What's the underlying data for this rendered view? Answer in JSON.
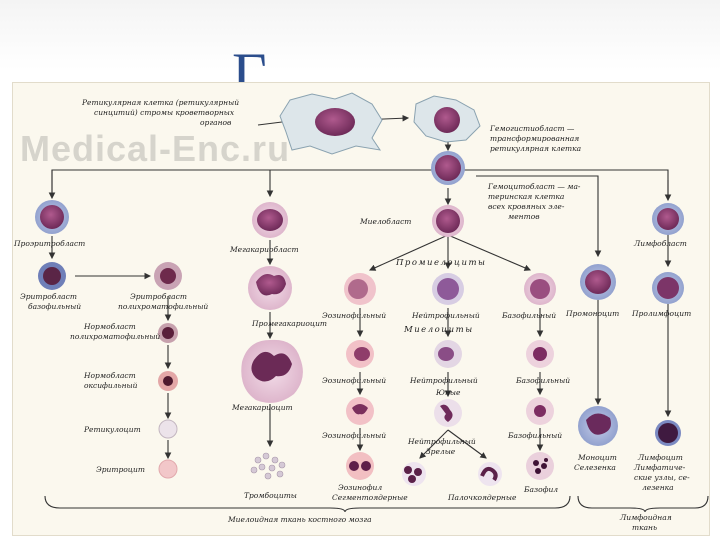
{
  "slide": {
    "title": "Г",
    "watermark": "Medical-Enc.ru"
  },
  "labels": {
    "reticular_cell": [
      "Ретикулярная клетка (ретикулярный",
      "синцитий) стромы кроветворных",
      "органов"
    ],
    "hemohistioblast": [
      "Гемогистиобласт —",
      "трансформированная",
      "ретикулярная клетка"
    ],
    "hemocytoblast": [
      "Гемоцитобласт — ма-",
      "теринская клетка",
      "всех кровяных эле-",
      "ментов"
    ],
    "proerythroblast": "Проэритробласт",
    "erythroblast_basophilic": [
      "Эритробласт",
      "базофильный"
    ],
    "erythroblast_polychromatophilic": [
      "Эритробласт",
      "полихроматофильный"
    ],
    "normoblast_polychromatophilic": [
      "Нормобласт",
      "полихроматофильный"
    ],
    "normoblast_oxyphilic": [
      "Нормобласт",
      "оксифильный"
    ],
    "reticulocyte": "Ретикулоцит",
    "erythrocyte": "Эритроцит",
    "megakaryoblast": "Мегакариобласт",
    "promegakaryocyte": "Промегакариоцит",
    "megakaryocyte": "Мегакариоцит",
    "platelets": "Тромбоциты",
    "myeloblast": "Миелобласт",
    "promyelocytes": "Промиелоциты",
    "myelocytes": "Миелоциты",
    "eosinophilic_1": "Эозинофильный",
    "neutrophilic_1": "Нейтрофильный",
    "basophilic_1": "Базофильный",
    "eosinophilic_2": "Эозинофильный",
    "neutrophilic_2": "Нейтрофильный",
    "basophilic_2": "Базофильный",
    "juvenile": "Юные",
    "eosinophilic_3": "Эозинофильный",
    "neutrophilic_band": [
      "Нейтрофильный",
      "Зрелые"
    ],
    "basophilic_3": "Базофильный",
    "eosinophil": "Эозинофил",
    "segmented": "Сегментоядерные",
    "band": "Палочкоядерные",
    "basophil": "Базофил",
    "lymphoblast": "Лимфобласт",
    "promonocyte": "Промоноцит",
    "prolymphocyte": "Пролимфоцит",
    "monocyte": "Моноцит",
    "spleen": "Селезенка",
    "lymphocyte": "Лимфоцит",
    "lymph_organs": [
      "Лимфатиче-",
      "ские узлы, се-",
      "лезенка"
    ],
    "myeloid_tissue": "Миелоидная ткань костного мозга",
    "lymphoid_tissue": [
      "Лимфоидная",
      "ткань"
    ]
  },
  "colors": {
    "slide_title": "#2b4d8c",
    "panel_bg": "#fbf8ee",
    "nucleus": "#8a3c6e",
    "cytoplasm": "#e7c7d9",
    "arrow": "#333333"
  }
}
